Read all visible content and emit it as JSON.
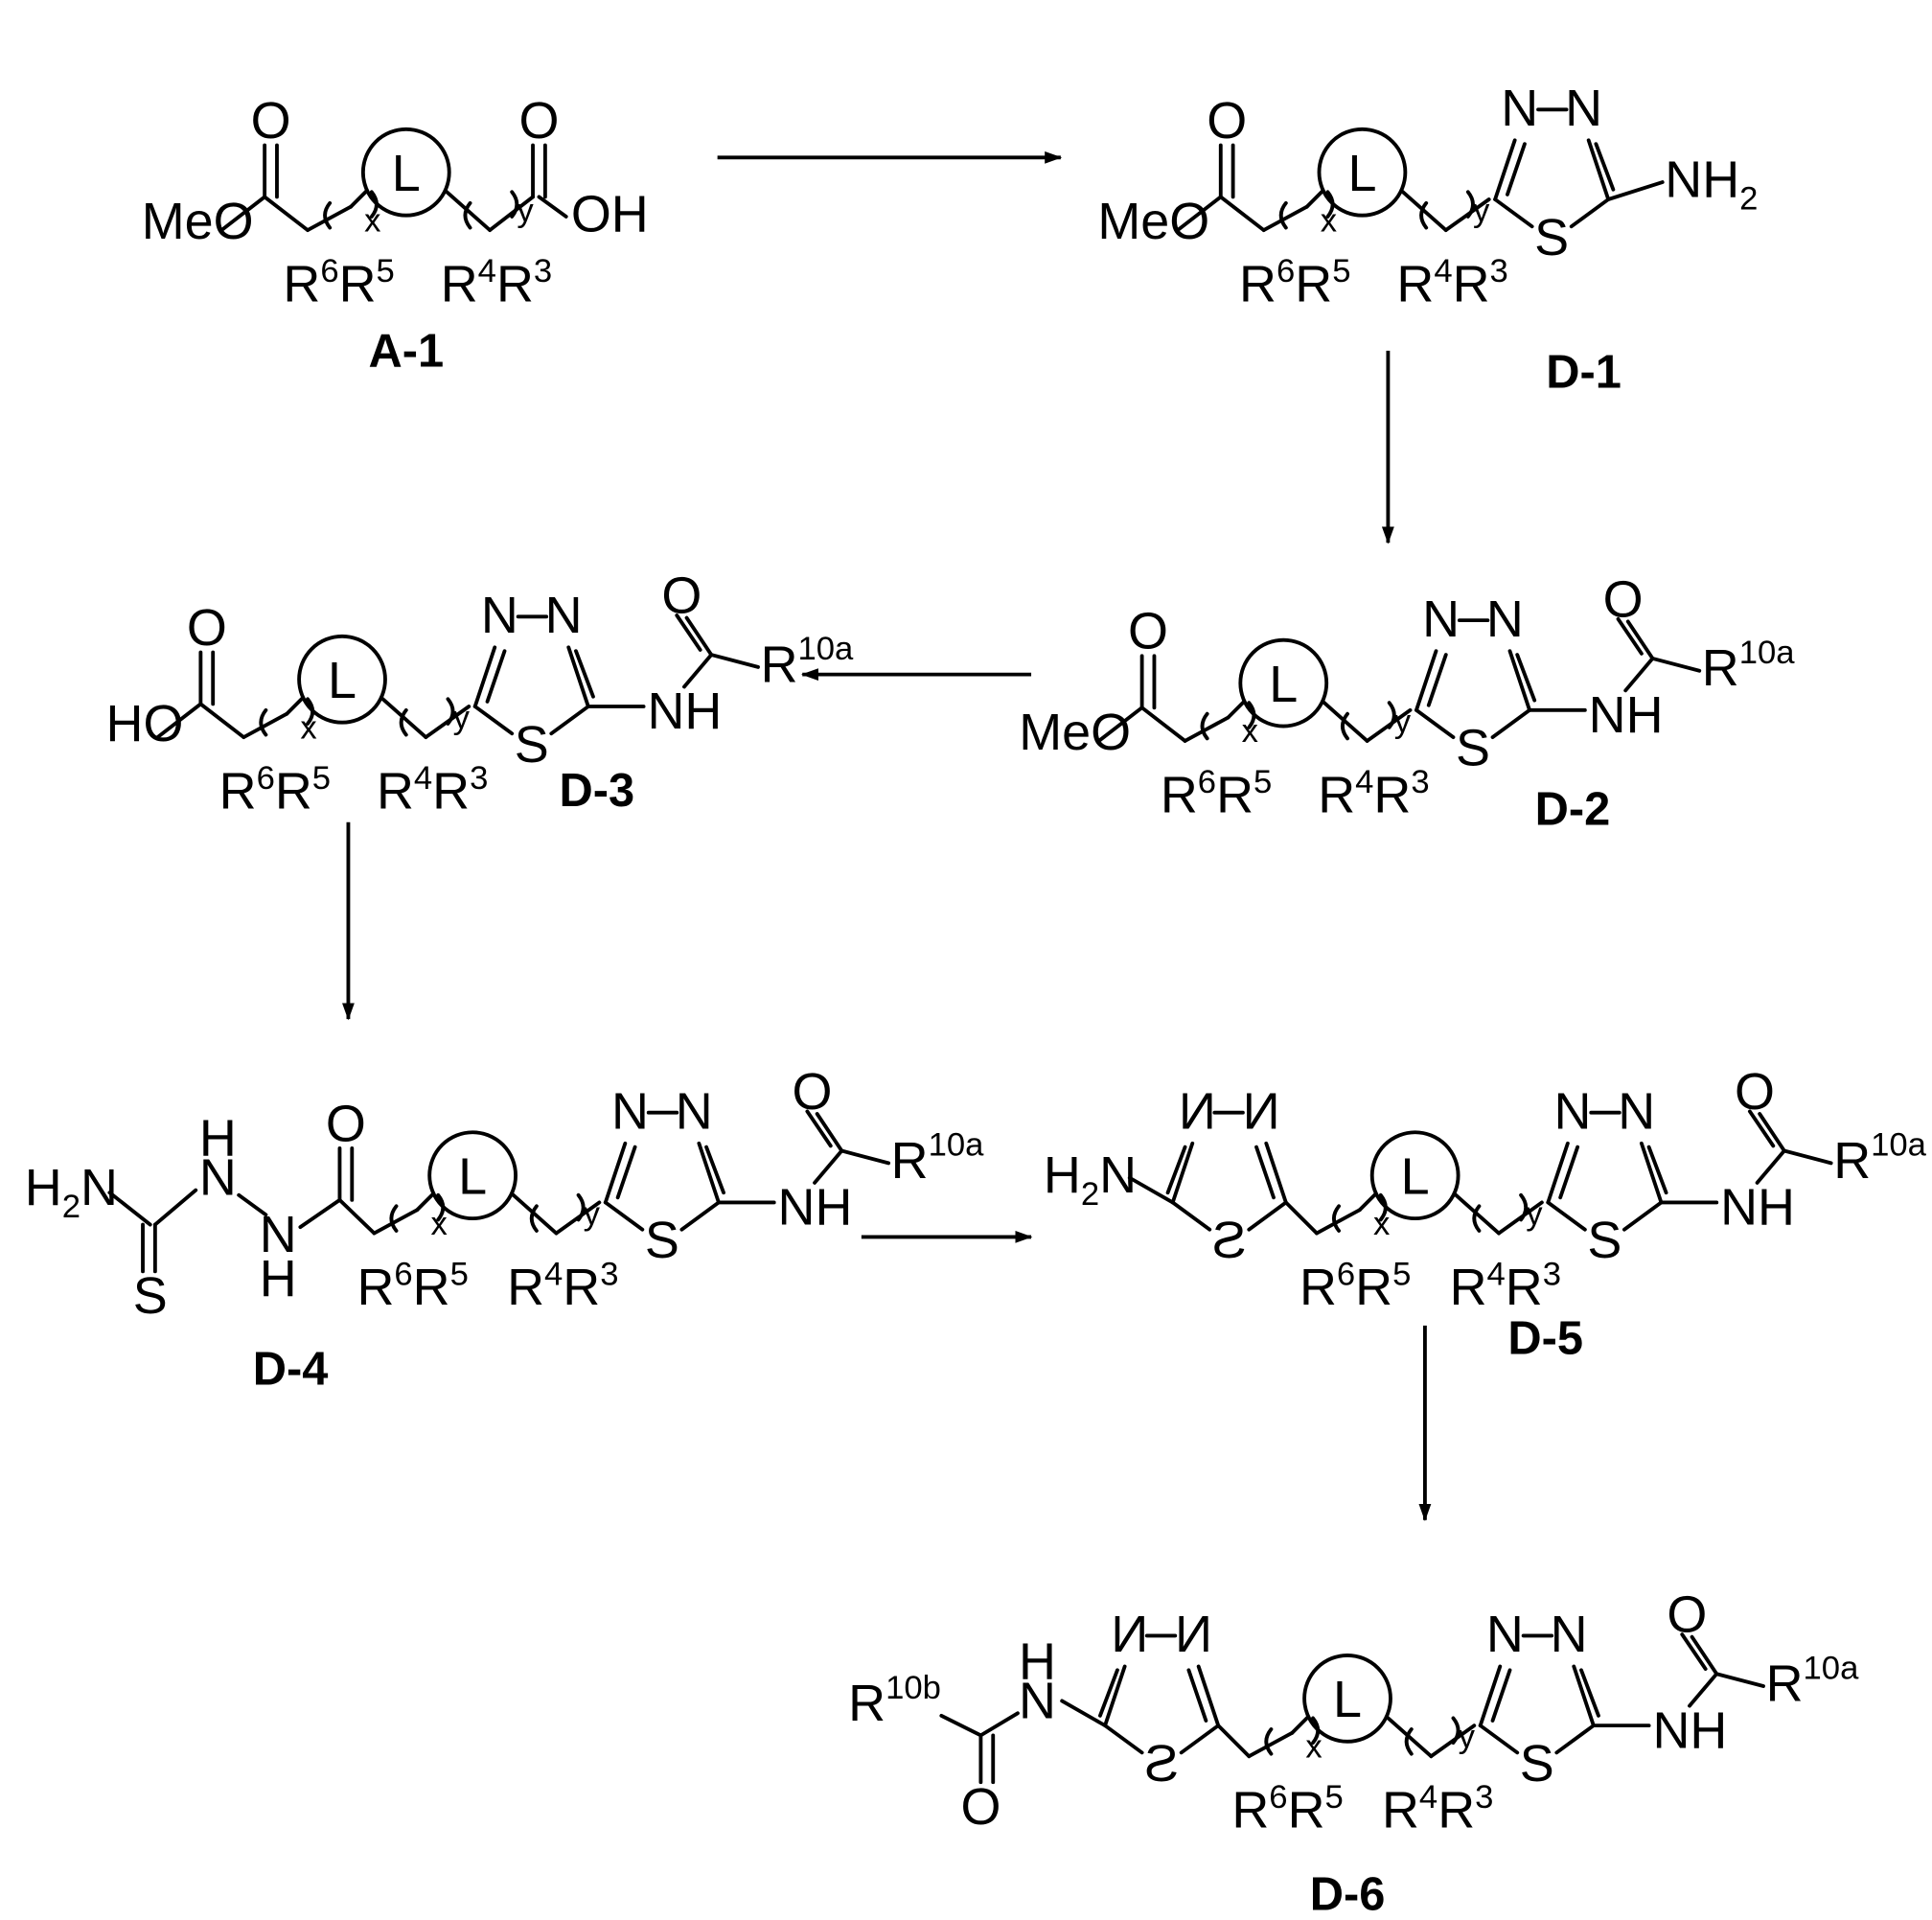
{
  "scheme": {
    "compounds": {
      "a1": {
        "id": "A-1"
      },
      "d1": {
        "id": "D-1"
      },
      "d2": {
        "id": "D-2"
      },
      "d3": {
        "id": "D-3"
      },
      "d4": {
        "id": "D-4"
      },
      "d5": {
        "id": "D-5"
      },
      "d6": {
        "id": "D-6"
      }
    },
    "atoms": {
      "L": "L",
      "O": "O",
      "OH": "OH",
      "HO": "HO",
      "MeO": "MeO",
      "N": "N",
      "S": "S",
      "H": "H",
      "NH": "NH",
      "NH2": "NH",
      "NH2_sub": "2",
      "H2N": "H",
      "H2N_sub": "2",
      "H2N_tail": "N",
      "R": "R",
      "R3": "3",
      "R4": "4",
      "R5": "5",
      "R6": "6",
      "R10a": "10a",
      "R10b": "10b",
      "x": "x",
      "y": "y"
    }
  }
}
